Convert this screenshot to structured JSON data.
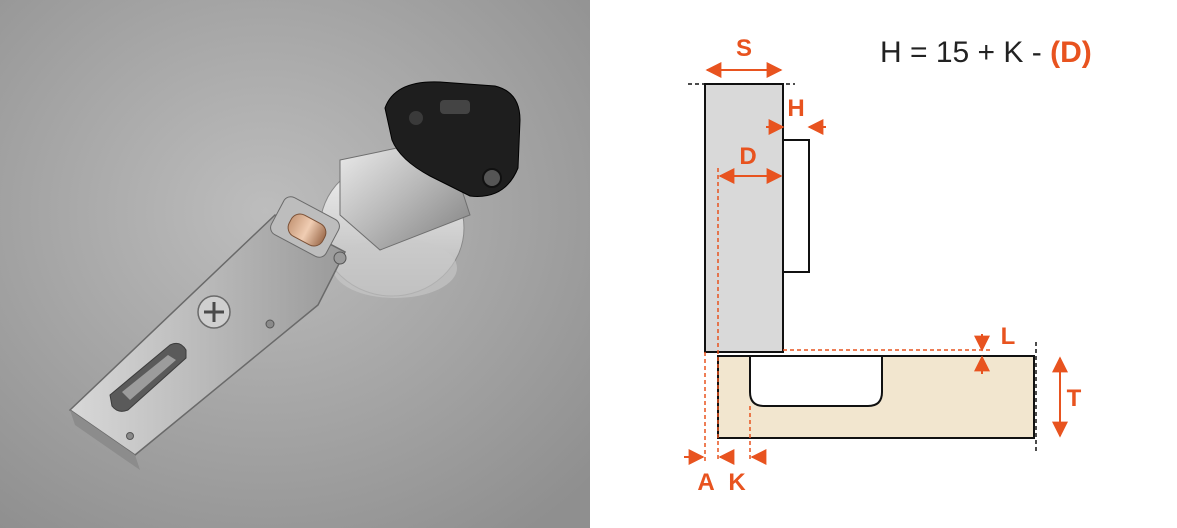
{
  "formula": {
    "prefix": "H = 15 + K - ",
    "highlight": "(D)"
  },
  "labels": {
    "s": "S",
    "h": "H",
    "d": "D",
    "l": "L",
    "t": "T",
    "a": "A",
    "k": "K"
  },
  "colors": {
    "accent": "#e8531f",
    "cabinet_side": "#d9d9d9",
    "door": "#f2e6cf",
    "photo_background": "#a8a8a8"
  }
}
